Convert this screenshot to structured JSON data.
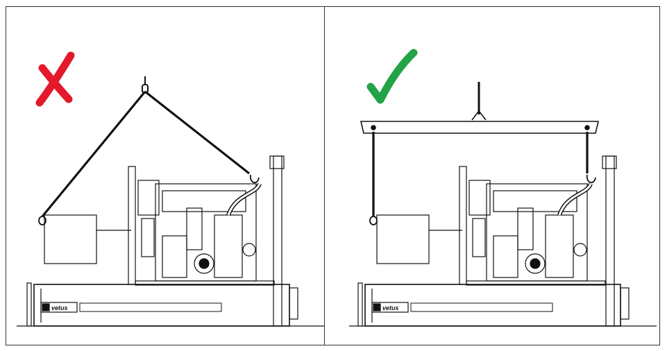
{
  "panels": [
    {
      "id": "incorrect-lifting",
      "status_icon": "cross-icon",
      "status_color": "#e3182a",
      "brand_label": "vetus"
    },
    {
      "id": "correct-lifting",
      "status_icon": "checkmark-icon",
      "status_color": "#23a247",
      "brand_label": "vetus"
    }
  ],
  "colors": {
    "line": "#111111",
    "incorrect": "#e3182a",
    "correct": "#23a247"
  }
}
